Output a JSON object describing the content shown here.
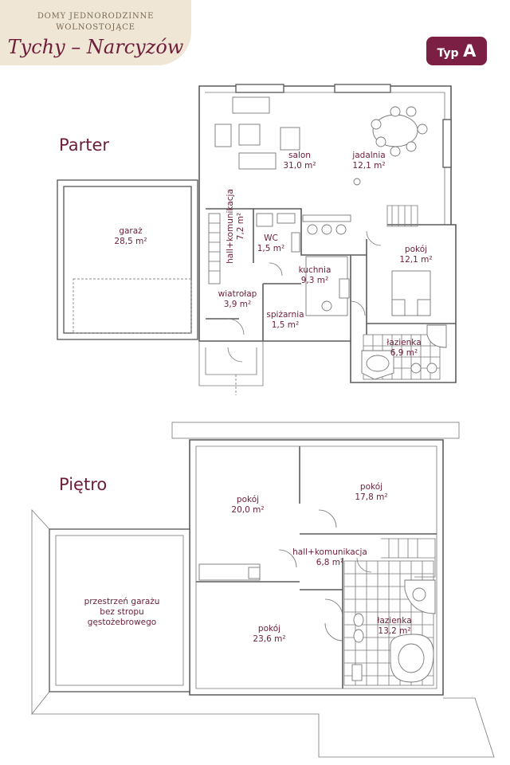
{
  "header": {
    "line1": "Domy Jednorodzinne",
    "line2": "Wolnostojące",
    "title": "Tychy – Narcyzów"
  },
  "badge": {
    "prefix": "Typ",
    "letter": "A"
  },
  "levels": {
    "ground": "Parter",
    "upper": "Piętro"
  },
  "rooms": {
    "salon": {
      "name": "salon",
      "area": "31,0 m²"
    },
    "jadalnia": {
      "name": "jadalnia",
      "area": "12,1 m²"
    },
    "garaz": {
      "name": "garaż",
      "area": "28,5 m²"
    },
    "hall": {
      "name": "hall+komunikacja",
      "area": "7,2 m²"
    },
    "wc": {
      "name": "WC",
      "area": "1,5 m²"
    },
    "kuchnia": {
      "name": "kuchnia",
      "area": "9,3 m²"
    },
    "pokoj_ground": {
      "name": "pokój",
      "area": "12,1 m²"
    },
    "wiatrolap": {
      "name": "wiatrołap",
      "area": "3,9 m²"
    },
    "spizarnia": {
      "name": "spiżarnia",
      "area": "1,5 m²"
    },
    "lazienka_ground": {
      "name": "łazienka",
      "area": "6,9 m²"
    },
    "pokoj1_upper": {
      "name": "pokój",
      "area": "20,0 m²"
    },
    "pokoj2_upper": {
      "name": "pokój",
      "area": "17,8 m²"
    },
    "hall_upper": {
      "name": "hall+komunikacja",
      "area": "6,8 m²"
    },
    "garage_space": {
      "line1": "przestrzeń garażu",
      "line2": "bez stropu",
      "line3": "gęstożebrowego"
    },
    "pokoj3_upper": {
      "name": "pokój",
      "area": "23,6 m²"
    },
    "lazienka_upper": {
      "name": "łazienka",
      "area": "13,2 m²"
    }
  },
  "colors": {
    "accent": "#6d1d3a",
    "badge": "#7b1f44",
    "corner": "#efe6d6"
  }
}
